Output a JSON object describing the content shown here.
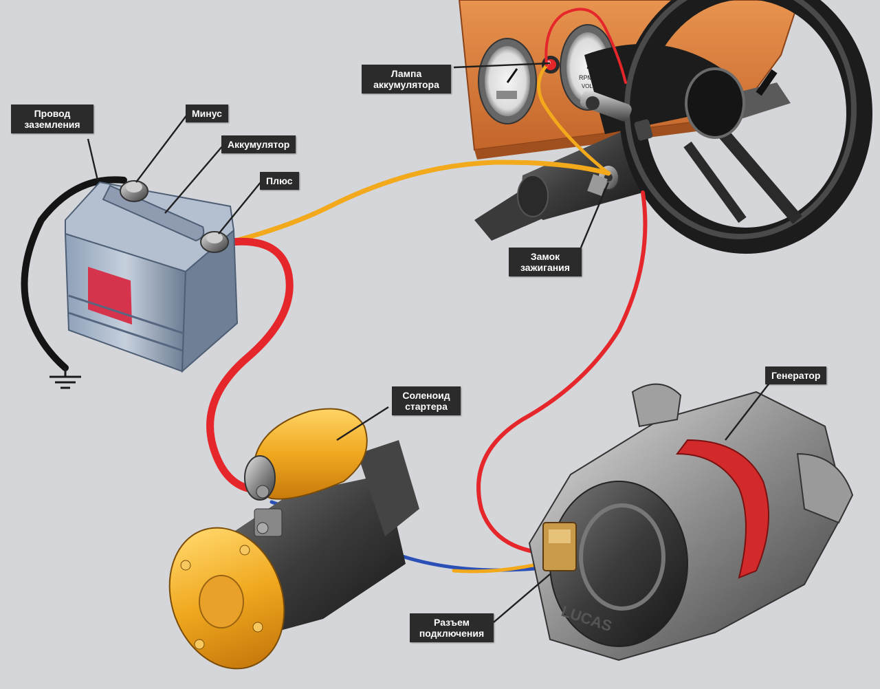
{
  "labels": {
    "ground_wire": "Провод\nзаземления",
    "minus": "Минус",
    "battery": "Аккумулятор",
    "plus": "Плюс",
    "battery_lamp": "Лампа\nаккумулятора",
    "ignition_switch": "Замок\nзажигания",
    "starter_solenoid": "Соленоид\nстартера",
    "alternator": "Генератор",
    "connector": "Разъем\nподключения"
  },
  "gauges": {
    "rpm_text": "RPM",
    "volt_text": "VOLT"
  },
  "alternator_brand": "LUCAS",
  "colors": {
    "background": "#d4d6d9",
    "label_bg": "#2b2b2c",
    "label_text": "#ffffff",
    "red_wire": "#e5262a",
    "yellow_wire": "#f2a91c",
    "blue_wire": "#2a50b8",
    "black_wire": "#141414",
    "dashboard": "#d9793a",
    "starter_yellow": "#f0a81f"
  }
}
